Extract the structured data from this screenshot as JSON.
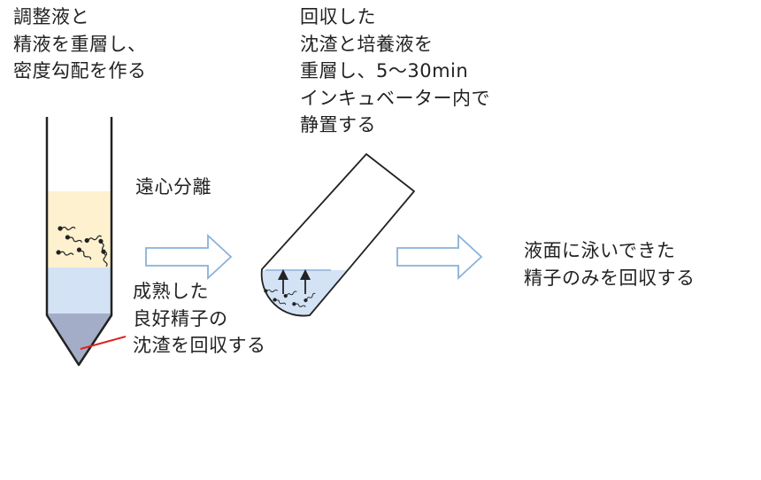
{
  "labels": {
    "step1": [
      "調整液と",
      "精液を重層し、",
      "密度勾配を作る"
    ],
    "step2": [
      "回収した",
      "沈渣と培養液を",
      "重層し、5〜30min",
      "インキュベーター内で",
      "静置する"
    ],
    "centrifuge": "遠心分離",
    "sediment": [
      "成熟した",
      "良好精子の",
      "沈渣を回収する"
    ],
    "result": [
      "液面に泳いできた",
      "精子のみを回収する"
    ]
  },
  "colors": {
    "semen_layer": "#fdf1cf",
    "medium_layer": "#d3e2f5",
    "sediment_layer": "#a4adc7",
    "tube_outline": "#222222",
    "arrow_outline": "#8ab1d9",
    "pointer_line": "#e02020",
    "sperm": "#222222"
  },
  "icons": [
    "centrifuge-tube-icon",
    "tilted-tube-icon",
    "process-arrow-icon",
    "sperm-icon",
    "up-arrow-icon"
  ]
}
